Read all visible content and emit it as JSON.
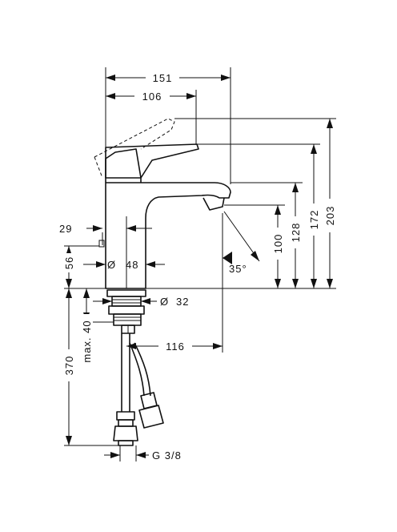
{
  "dimensions": {
    "width_overall": "151",
    "width_handle": "106",
    "height_total": "203",
    "height_handle": "172",
    "height_body": "128",
    "height_spout": "100",
    "spout_angle": "35°",
    "popup_offset": "29",
    "popup_height": "56",
    "body_diameter": "48",
    "diameter_symbol": "Ø",
    "mount_diameter": "32",
    "max_depth": "max. 40",
    "spout_reach": "116",
    "hose_length": "370",
    "connection": "G 3/8"
  }
}
